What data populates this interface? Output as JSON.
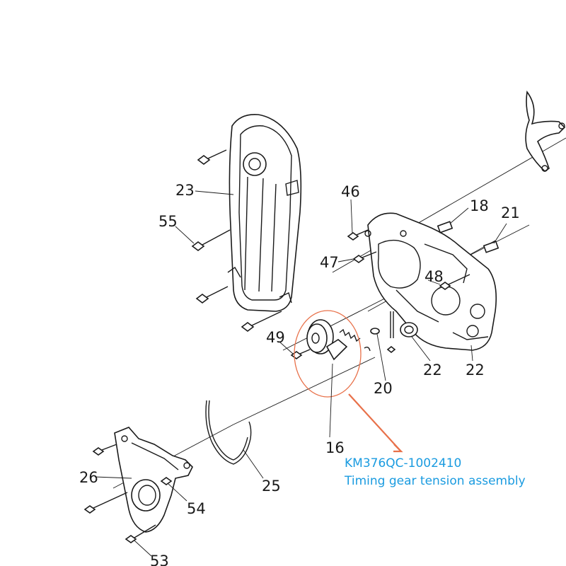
{
  "callouts": {
    "c23": "23",
    "c55": "55",
    "c46": "46",
    "c47": "47",
    "c18": "18",
    "c21": "21",
    "c48": "48",
    "c49": "49",
    "c22a": "22",
    "c22b": "22",
    "c20": "20",
    "c16": "16",
    "c25": "25",
    "c26": "26",
    "c54": "54",
    "c53": "53"
  },
  "highlight": {
    "part_number": "KM376QC-1002410",
    "description": "Timing gear tension assembly",
    "circle_color": "#e8714a",
    "arrow_color": "#e8714a",
    "text_color": "#1a9be0"
  }
}
